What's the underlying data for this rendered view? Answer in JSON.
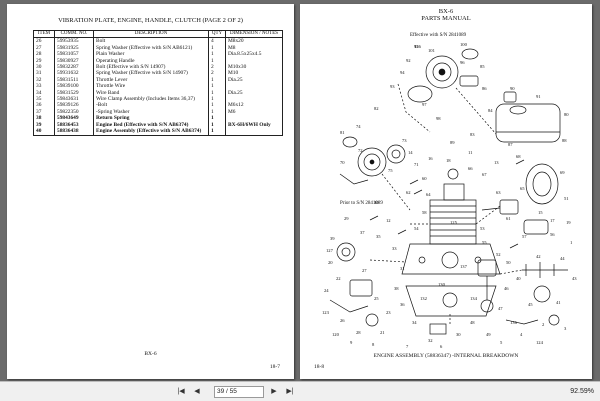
{
  "left_page": {
    "title": "VIBRATION PLATE, ENGINE, HANDLE, CLUTCH (PAGE 2 OF 2)",
    "headers": [
      "ITEM",
      "COMM. NO.",
      "DESCRIPTION",
      "QTY",
      "DIMENSION / NOTES"
    ],
    "rows": [
      {
        "item": "26",
        "comm": "59953935",
        "desc": "Bolt",
        "qty": "4",
        "notes": "M8x20",
        "bold": false
      },
      {
        "item": "27",
        "comm": "59831925",
        "desc": "Spring Washer (Effective with S/N AB6121)",
        "qty": "1",
        "notes": "M8",
        "bold": false
      },
      {
        "item": "28",
        "comm": "59831057",
        "desc": "Plain Washer",
        "qty": "1",
        "notes": "Dia.8.5x25x4.5",
        "bold": false
      },
      {
        "item": "29",
        "comm": "59830927",
        "desc": "Operating Handle",
        "qty": "1",
        "notes": "",
        "bold": false
      },
      {
        "item": "30",
        "comm": "59832287",
        "desc": "Bolt (Effective with S/N 14907)",
        "qty": "2",
        "notes": "M10x30",
        "bold": false
      },
      {
        "item": "31",
        "comm": "59931632",
        "desc": "Spring Washer (Effective with S/N 14907)",
        "qty": "2",
        "notes": "M10",
        "bold": false
      },
      {
        "item": "32",
        "comm": "59831511",
        "desc": "Throttle Lever",
        "qty": "1",
        "notes": "Dia.25",
        "bold": false
      },
      {
        "item": "33",
        "comm": "59839100",
        "desc": "Throttle Wire",
        "qty": "1",
        "notes": "",
        "bold": false
      },
      {
        "item": "34",
        "comm": "59831529",
        "desc": "Wire Band",
        "qty": "1",
        "notes": "Dia.25",
        "bold": false
      },
      {
        "item": "35",
        "comm": "59843631",
        "desc": "Wire Clamp Assembly (Includes Items 36,37)",
        "qty": "1",
        "notes": "",
        "bold": false
      },
      {
        "item": "36",
        "comm": "59839126",
        "desc": "-Bolt",
        "qty": "1",
        "notes": "M6x12",
        "bold": false
      },
      {
        "item": "37",
        "comm": "59822350",
        "desc": "-Spring Washer",
        "qty": "1",
        "notes": "M6",
        "bold": false
      },
      {
        "item": "38",
        "comm": "59843649",
        "desc": "Return Spring",
        "qty": "1",
        "notes": "",
        "bold": true
      },
      {
        "item": "39",
        "comm": "58836453",
        "desc": "Engine Bed (Effective with S/N AB6374)",
        "qty": "1",
        "notes": "BX-6H/6WH Only",
        "bold": true
      },
      {
        "item": "40",
        "comm": "58836438",
        "desc": "Engine Assembly (Effective with S/N AB6374)",
        "qty": "1",
        "notes": "",
        "bold": true
      }
    ],
    "footer_center": "BX-6",
    "footer_page": "18-7"
  },
  "right_page": {
    "title_line1": "BX-6",
    "title_line2": "PARTS MANUAL",
    "caption": "ENGINE ASSEMBLY (58836347) -INTERNAL BREAKDOWN",
    "footer_page": "18-8",
    "callouts": [
      {
        "text": "Effective with S/N 2841089"
      },
      {
        "text": "Prior to S/N 2841089"
      }
    ],
    "part_numbers": [
      "95",
      "101",
      "100",
      "92",
      "94",
      "96",
      "85",
      "93",
      "97",
      "86",
      "98",
      "82",
      "84",
      "90",
      "91",
      "80",
      "88",
      "87",
      "83",
      "89",
      "81",
      "74",
      "72",
      "70",
      "75",
      "73",
      "71",
      "60",
      "62",
      "64",
      "66",
      "67",
      "68",
      "69",
      "51",
      "65",
      "63",
      "61",
      "56",
      "57",
      "58",
      "54",
      "53",
      "55",
      "52",
      "50",
      "40",
      "42",
      "44",
      "43",
      "41",
      "45",
      "46",
      "47",
      "48",
      "49",
      "30",
      "32",
      "34",
      "36",
      "38",
      "31",
      "33",
      "35",
      "37",
      "39",
      "20",
      "22",
      "24",
      "26",
      "28",
      "21",
      "23",
      "25",
      "27",
      "29",
      "10",
      "12",
      "14",
      "16",
      "18",
      "11",
      "13",
      "15",
      "17",
      "19",
      "1",
      "2",
      "3",
      "4",
      "5",
      "6",
      "7",
      "8",
      "9",
      "120",
      "123",
      "127",
      "125",
      "137",
      "130",
      "132",
      "134",
      "136",
      "124",
      "126"
    ]
  },
  "status_bar": {
    "first_label": "|◀",
    "prev_label": "◀",
    "page_value": "39 / 55",
    "next_label": "▶",
    "last_label": "▶|",
    "zoom_label": "92.59%"
  }
}
